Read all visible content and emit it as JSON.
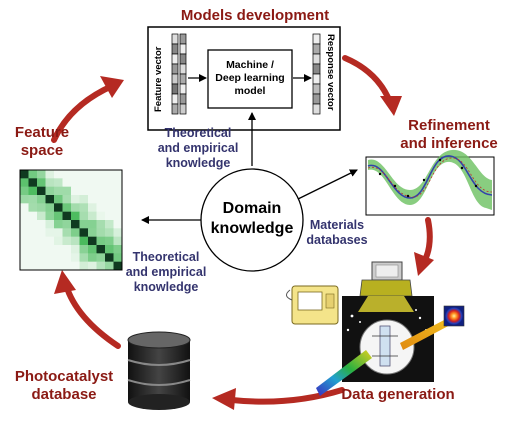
{
  "stages": {
    "models_development": "Models development",
    "refinement": [
      "Refinement",
      "and inference"
    ],
    "feature_space": [
      "Feature",
      "space"
    ],
    "data_generation": "Data generation",
    "photocatalyst_database": [
      "Photocatalyst",
      "database"
    ]
  },
  "model_box": {
    "feature_vector": "Feature vector",
    "response_vector": "Response vector",
    "ml_model": [
      "Machine /",
      "Deep learning",
      "model"
    ]
  },
  "center": {
    "domain_knowledge": [
      "Domain",
      "knowledge"
    ]
  },
  "knowledge_links": {
    "top": [
      "Theoretical",
      "and empirical",
      "knowledge"
    ],
    "left": [
      "Theoretical",
      "and empirical",
      "knowledge"
    ],
    "right": [
      "Materials",
      "databases"
    ]
  },
  "colors": {
    "cycle_arrow": "#b52a22",
    "stage_text": "#8b1a14",
    "link_text": "#34346e",
    "heatmap_green": "#2e8b3e",
    "fit_band": "#55b055",
    "fit_line": "#3344aa"
  },
  "icons": [
    "database-icon",
    "heatmap-icon",
    "regression-plot-icon",
    "experimental-setup-icon",
    "spectrometer-icon"
  ]
}
